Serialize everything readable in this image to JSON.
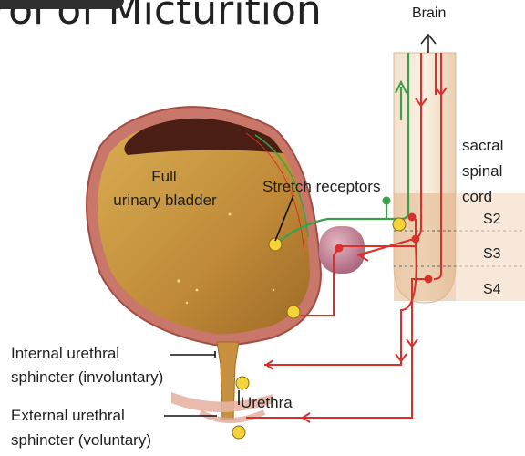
{
  "title": "rol of Micturition",
  "labels": {
    "brain": "Brain",
    "bladder_line1": "Full",
    "bladder_line2": "urinary bladder",
    "stretch_receptors": "Stretch receptors",
    "sacral_line1": "sacral",
    "sacral_line2": "spinal",
    "sacral_line3": "cord",
    "s2": "S2",
    "s3": "S3",
    "s4": "S4",
    "internal_line1": "Internal urethral",
    "internal_line2": "sphincter (involuntary)",
    "urethra": "Urethra",
    "external_line1": "External urethral",
    "external_line2": "sphincter (voluntary)"
  },
  "colors": {
    "bladder_fill": "#c8963c",
    "bladder_wall": "#d48a78",
    "spinal_cord": "#e7c9a8",
    "afferent_pathway": "#3aa14a",
    "efferent_pathway": "#d9302b",
    "receptor_dot": "#f5d33a",
    "ganglion": "#c98596"
  }
}
